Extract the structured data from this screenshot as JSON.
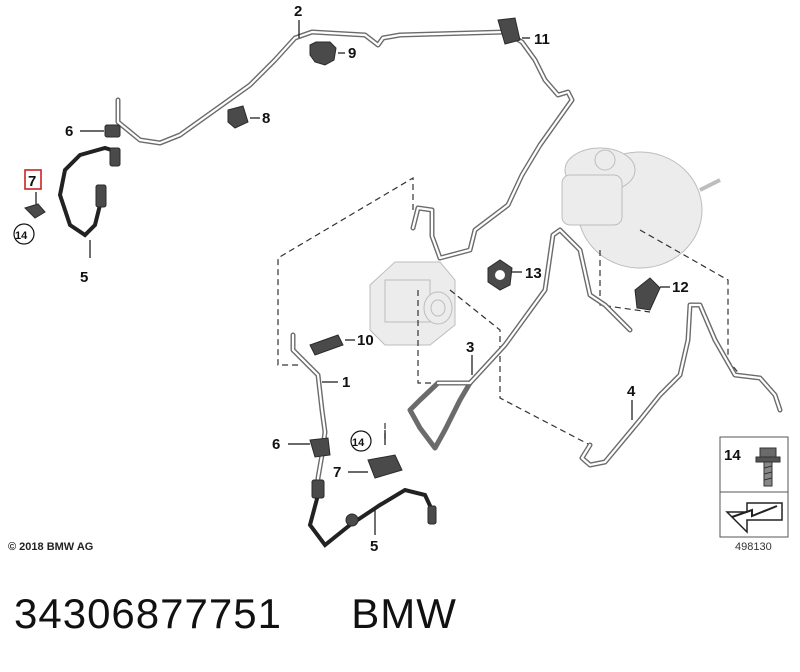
{
  "diagram": {
    "callouts": {
      "c1": "1",
      "c2": "2",
      "c3": "3",
      "c4": "4",
      "c5a": "5",
      "c5b": "5",
      "c6a": "6",
      "c6b": "6",
      "c7a": "7",
      "c7b": "7",
      "c8": "8",
      "c9": "9",
      "c10": "10",
      "c11": "11",
      "c12": "12",
      "c13": "13",
      "c14a": "14",
      "c14b": "14",
      "c14c": "14"
    },
    "copyright": "© 2018 BMW AG",
    "reference_number": "498130"
  },
  "caption": {
    "part_number": "34306877751",
    "brand": "BMW"
  },
  "colors": {
    "highlight": "#cc2222",
    "pipe": "#6b6b6b"
  }
}
